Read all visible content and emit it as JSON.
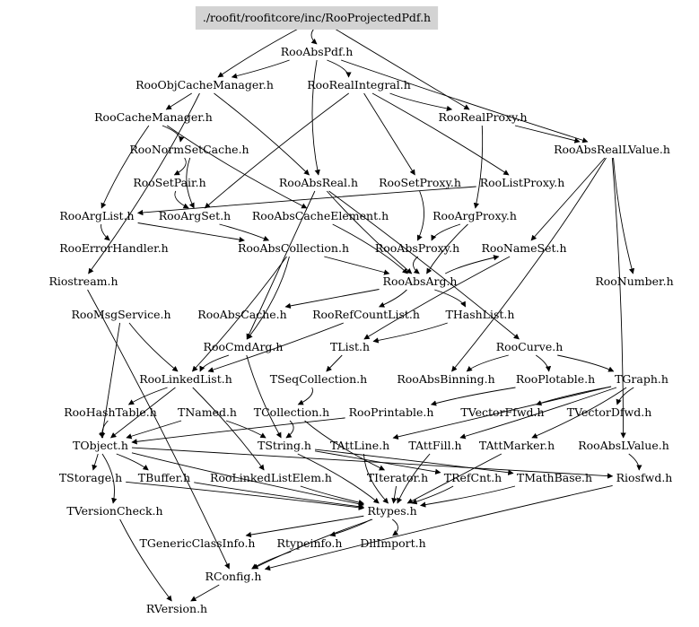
{
  "title": "./roofit/roofitcore/inc/RooProjectedPdf.h",
  "colors": {
    "root_fill": "#d3d3d3",
    "edge": "#000000",
    "background": "#ffffff"
  },
  "nodes": [
    {
      "id": "root",
      "label": "./roofit/roofitcore/inc/RooProjectedPdf.h",
      "root": true
    },
    {
      "id": "RooAbsPdf",
      "label": "RooAbsPdf.h"
    },
    {
      "id": "RooObjCacheManager",
      "label": "RooObjCacheManager.h"
    },
    {
      "id": "RooRealIntegral",
      "label": "RooRealIntegral.h"
    },
    {
      "id": "RooCacheManager",
      "label": "RooCacheManager.h"
    },
    {
      "id": "RooRealProxy",
      "label": "RooRealProxy.h"
    },
    {
      "id": "RooNormSetCache",
      "label": "RooNormSetCache.h"
    },
    {
      "id": "RooAbsRealLValue",
      "label": "RooAbsRealLValue.h"
    },
    {
      "id": "RooSetPair",
      "label": "RooSetPair.h"
    },
    {
      "id": "RooAbsReal",
      "label": "RooAbsReal.h"
    },
    {
      "id": "RooSetProxy",
      "label": "RooSetProxy.h"
    },
    {
      "id": "RooListProxy",
      "label": "RooListProxy.h"
    },
    {
      "id": "RooArgList",
      "label": "RooArgList.h"
    },
    {
      "id": "RooArgSet",
      "label": "RooArgSet.h"
    },
    {
      "id": "RooAbsCacheElement",
      "label": "RooAbsCacheElement.h"
    },
    {
      "id": "RooArgProxy",
      "label": "RooArgProxy.h"
    },
    {
      "id": "RooErrorHandler",
      "label": "RooErrorHandler.h"
    },
    {
      "id": "RooAbsCollection",
      "label": "RooAbsCollection.h"
    },
    {
      "id": "RooAbsProxy",
      "label": "RooAbsProxy.h"
    },
    {
      "id": "RooNameSet",
      "label": "RooNameSet.h"
    },
    {
      "id": "Riostream",
      "label": "Riostream.h"
    },
    {
      "id": "RooAbsArg",
      "label": "RooAbsArg.h"
    },
    {
      "id": "RooNumber",
      "label": "RooNumber.h"
    },
    {
      "id": "RooMsgService",
      "label": "RooMsgService.h"
    },
    {
      "id": "RooAbsCache",
      "label": "RooAbsCache.h"
    },
    {
      "id": "RooRefCountList",
      "label": "RooRefCountList.h"
    },
    {
      "id": "THashList",
      "label": "THashList.h"
    },
    {
      "id": "RooCmdArg",
      "label": "RooCmdArg.h"
    },
    {
      "id": "TList",
      "label": "TList.h"
    },
    {
      "id": "RooCurve",
      "label": "RooCurve.h"
    },
    {
      "id": "RooLinkedList",
      "label": "RooLinkedList.h"
    },
    {
      "id": "TSeqCollection",
      "label": "TSeqCollection.h"
    },
    {
      "id": "RooAbsBinning",
      "label": "RooAbsBinning.h"
    },
    {
      "id": "RooPlotable",
      "label": "RooPlotable.h"
    },
    {
      "id": "TGraph",
      "label": "TGraph.h"
    },
    {
      "id": "RooHashTable",
      "label": "RooHashTable.h"
    },
    {
      "id": "TNamed",
      "label": "TNamed.h"
    },
    {
      "id": "TCollection",
      "label": "TCollection.h"
    },
    {
      "id": "RooPrintable",
      "label": "RooPrintable.h"
    },
    {
      "id": "TVectorFfwd",
      "label": "TVectorFfwd.h"
    },
    {
      "id": "TVectorDfwd",
      "label": "TVectorDfwd.h"
    },
    {
      "id": "TObject",
      "label": "TObject.h"
    },
    {
      "id": "TString",
      "label": "TString.h"
    },
    {
      "id": "TAttLine",
      "label": "TAttLine.h"
    },
    {
      "id": "TAttFill",
      "label": "TAttFill.h"
    },
    {
      "id": "TAttMarker",
      "label": "TAttMarker.h"
    },
    {
      "id": "RooAbsLValue",
      "label": "RooAbsLValue.h"
    },
    {
      "id": "TStorage",
      "label": "TStorage.h"
    },
    {
      "id": "TBuffer",
      "label": "TBuffer.h"
    },
    {
      "id": "RooLinkedListElem",
      "label": "RooLinkedListElem.h"
    },
    {
      "id": "TIterator",
      "label": "TIterator.h"
    },
    {
      "id": "TRefCnt",
      "label": "TRefCnt.h"
    },
    {
      "id": "TMathBase",
      "label": "TMathBase.h"
    },
    {
      "id": "Riosfwd",
      "label": "Riosfwd.h"
    },
    {
      "id": "TVersionCheck",
      "label": "TVersionCheck.h"
    },
    {
      "id": "Rtypes",
      "label": "Rtypes.h"
    },
    {
      "id": "TGenericClassInfo",
      "label": "TGenericClassInfo.h"
    },
    {
      "id": "Rtypeinfo",
      "label": "Rtypeinfo.h"
    },
    {
      "id": "DllImport",
      "label": "DllImport.h"
    },
    {
      "id": "RConfig",
      "label": "RConfig.h"
    },
    {
      "id": "RVersion",
      "label": "RVersion.h"
    }
  ],
  "edges": [
    [
      "root",
      "RooAbsPdf"
    ],
    [
      "root",
      "RooObjCacheManager"
    ],
    [
      "root",
      "RooRealProxy"
    ],
    [
      "RooAbsPdf",
      "RooObjCacheManager"
    ],
    [
      "RooAbsPdf",
      "RooRealIntegral"
    ],
    [
      "RooAbsPdf",
      "RooAbsReal"
    ],
    [
      "RooAbsPdf",
      "RooAbsRealLValue"
    ],
    [
      "RooObjCacheManager",
      "RooCacheManager"
    ],
    [
      "RooObjCacheManager",
      "RooAbsReal"
    ],
    [
      "RooObjCacheManager",
      "Riostream"
    ],
    [
      "RooRealIntegral",
      "RooRealProxy"
    ],
    [
      "RooRealIntegral",
      "RooArgSet"
    ],
    [
      "RooRealIntegral",
      "RooSetProxy"
    ],
    [
      "RooRealIntegral",
      "RooListProxy"
    ],
    [
      "RooCacheManager",
      "RooNormSetCache"
    ],
    [
      "RooCacheManager",
      "RooAbsCacheElement"
    ],
    [
      "RooCacheManager",
      "RooArgList"
    ],
    [
      "RooRealProxy",
      "RooAbsRealLValue"
    ],
    [
      "RooRealProxy",
      "RooArgProxy"
    ],
    [
      "RooNormSetCache",
      "RooSetPair"
    ],
    [
      "RooNormSetCache",
      "RooArgSet"
    ],
    [
      "RooAbsRealLValue",
      "RooNumber"
    ],
    [
      "RooAbsRealLValue",
      "RooNameSet"
    ],
    [
      "RooAbsRealLValue",
      "RooAbsLValue"
    ],
    [
      "RooAbsRealLValue",
      "RooAbsBinning"
    ],
    [
      "RooSetPair",
      "RooArgSet"
    ],
    [
      "RooAbsReal",
      "RooAbsArg"
    ],
    [
      "RooAbsReal",
      "RooCmdArg"
    ],
    [
      "RooAbsReal",
      "RooCurve"
    ],
    [
      "RooSetProxy",
      "RooAbsProxy"
    ],
    [
      "RooListProxy",
      "RooArgList"
    ],
    [
      "RooArgList",
      "RooErrorHandler"
    ],
    [
      "RooArgList",
      "RooAbsCollection"
    ],
    [
      "RooArgSet",
      "RooAbsCollection"
    ],
    [
      "RooAbsCacheElement",
      "RooAbsArg"
    ],
    [
      "RooArgProxy",
      "RooAbsProxy"
    ],
    [
      "RooArgProxy",
      "RooAbsArg"
    ],
    [
      "RooAbsCollection",
      "RooAbsArg"
    ],
    [
      "RooAbsCollection",
      "RooLinkedList"
    ],
    [
      "RooAbsCollection",
      "RooCmdArg"
    ],
    [
      "RooAbsProxy",
      "RooAbsArg"
    ],
    [
      "RooNameSet",
      "TList"
    ],
    [
      "RooAbsArg",
      "RooAbsCache"
    ],
    [
      "RooAbsArg",
      "RooRefCountList"
    ],
    [
      "RooAbsArg",
      "THashList"
    ],
    [
      "RooAbsArg",
      "RooNameSet"
    ],
    [
      "RooMsgService",
      "RooLinkedList"
    ],
    [
      "RooMsgService",
      "TObject"
    ],
    [
      "RooRefCountList",
      "RooLinkedList"
    ],
    [
      "THashList",
      "TList"
    ],
    [
      "RooCmdArg",
      "RooLinkedList"
    ],
    [
      "RooCmdArg",
      "TString"
    ],
    [
      "TList",
      "TSeqCollection"
    ],
    [
      "RooCurve",
      "RooPlotable"
    ],
    [
      "RooCurve",
      "TGraph"
    ],
    [
      "RooCurve",
      "RooAbsBinning"
    ],
    [
      "RooLinkedList",
      "RooHashTable"
    ],
    [
      "RooLinkedList",
      "TObject"
    ],
    [
      "RooLinkedList",
      "RooLinkedListElem"
    ],
    [
      "TSeqCollection",
      "TCollection"
    ],
    [
      "RooPlotable",
      "RooPrintable"
    ],
    [
      "TGraph",
      "TVectorDfwd"
    ],
    [
      "TGraph",
      "TAttLine"
    ],
    [
      "TGraph",
      "TAttFill"
    ],
    [
      "TGraph",
      "TAttMarker"
    ],
    [
      "TGraph",
      "TVectorFfwd"
    ],
    [
      "RooHashTable",
      "TObject"
    ],
    [
      "TNamed",
      "TObject"
    ],
    [
      "TNamed",
      "TString"
    ],
    [
      "TCollection",
      "TString"
    ],
    [
      "TCollection",
      "TIterator"
    ],
    [
      "RooPrintable",
      "TObject"
    ],
    [
      "TObject",
      "TStorage"
    ],
    [
      "TObject",
      "TBuffer"
    ],
    [
      "TObject",
      "TVersionCheck"
    ],
    [
      "TObject",
      "Rtypes"
    ],
    [
      "TObject",
      "Riosfwd"
    ],
    [
      "TString",
      "TRefCnt"
    ],
    [
      "TString",
      "TMathBase"
    ],
    [
      "TString",
      "Rtypes"
    ],
    [
      "TAttLine",
      "Rtypes"
    ],
    [
      "TAttFill",
      "Rtypes"
    ],
    [
      "TAttMarker",
      "Rtypes"
    ],
    [
      "RooAbsLValue",
      "Riosfwd"
    ],
    [
      "TStorage",
      "Rtypes"
    ],
    [
      "TBuffer",
      "Rtypes"
    ],
    [
      "RooLinkedListElem",
      "Rtypes"
    ],
    [
      "TIterator",
      "Rtypes"
    ],
    [
      "TRefCnt",
      "Rtypes"
    ],
    [
      "TMathBase",
      "Rtypes"
    ],
    [
      "Riosfwd",
      "RConfig"
    ],
    [
      "TVersionCheck",
      "RVersion"
    ],
    [
      "Rtypes",
      "TGenericClassInfo"
    ],
    [
      "Rtypes",
      "Rtypeinfo"
    ],
    [
      "Rtypes",
      "DllImport"
    ],
    [
      "Rtypes",
      "RConfig"
    ],
    [
      "Rtypeinfo",
      "RConfig"
    ],
    [
      "RConfig",
      "RVersion"
    ],
    [
      "Riostream",
      "RConfig"
    ]
  ]
}
